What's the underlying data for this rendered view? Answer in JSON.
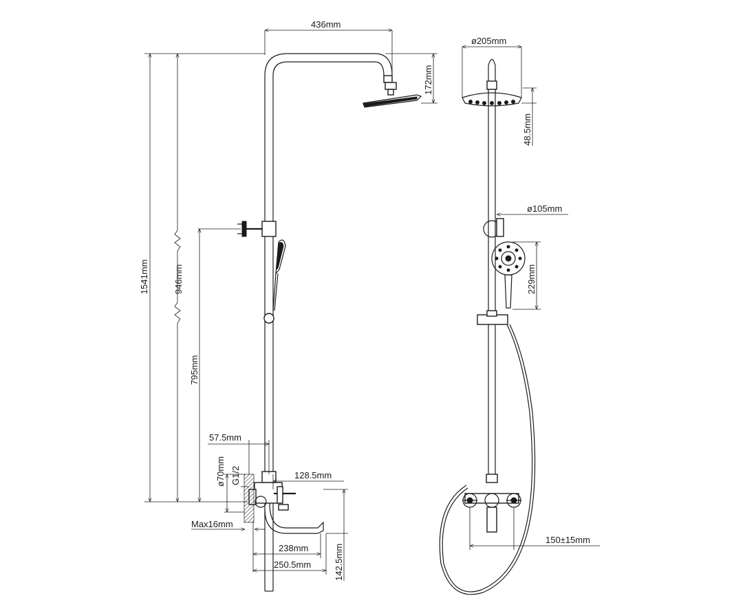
{
  "dimensions": {
    "shower_arm_reach": "436mm",
    "head_height": "172mm",
    "total_height": "1541mm",
    "rail_height": "946mm",
    "bracket_height": "795mm",
    "wall_offset": "57.5mm",
    "flange_diameter": "ø70mm",
    "thread": "G1/2",
    "max_wall": "Max16mm",
    "mixer_projection": "128.5mm",
    "spout_238": "238mm",
    "spout_250": "250.5mm",
    "spout_height": "142.5mm",
    "head_diameter": "ø205mm",
    "head_thickness": "48.5mm",
    "hand_diameter": "ø105mm",
    "hand_length": "229mm",
    "centers": "150±15mm"
  }
}
